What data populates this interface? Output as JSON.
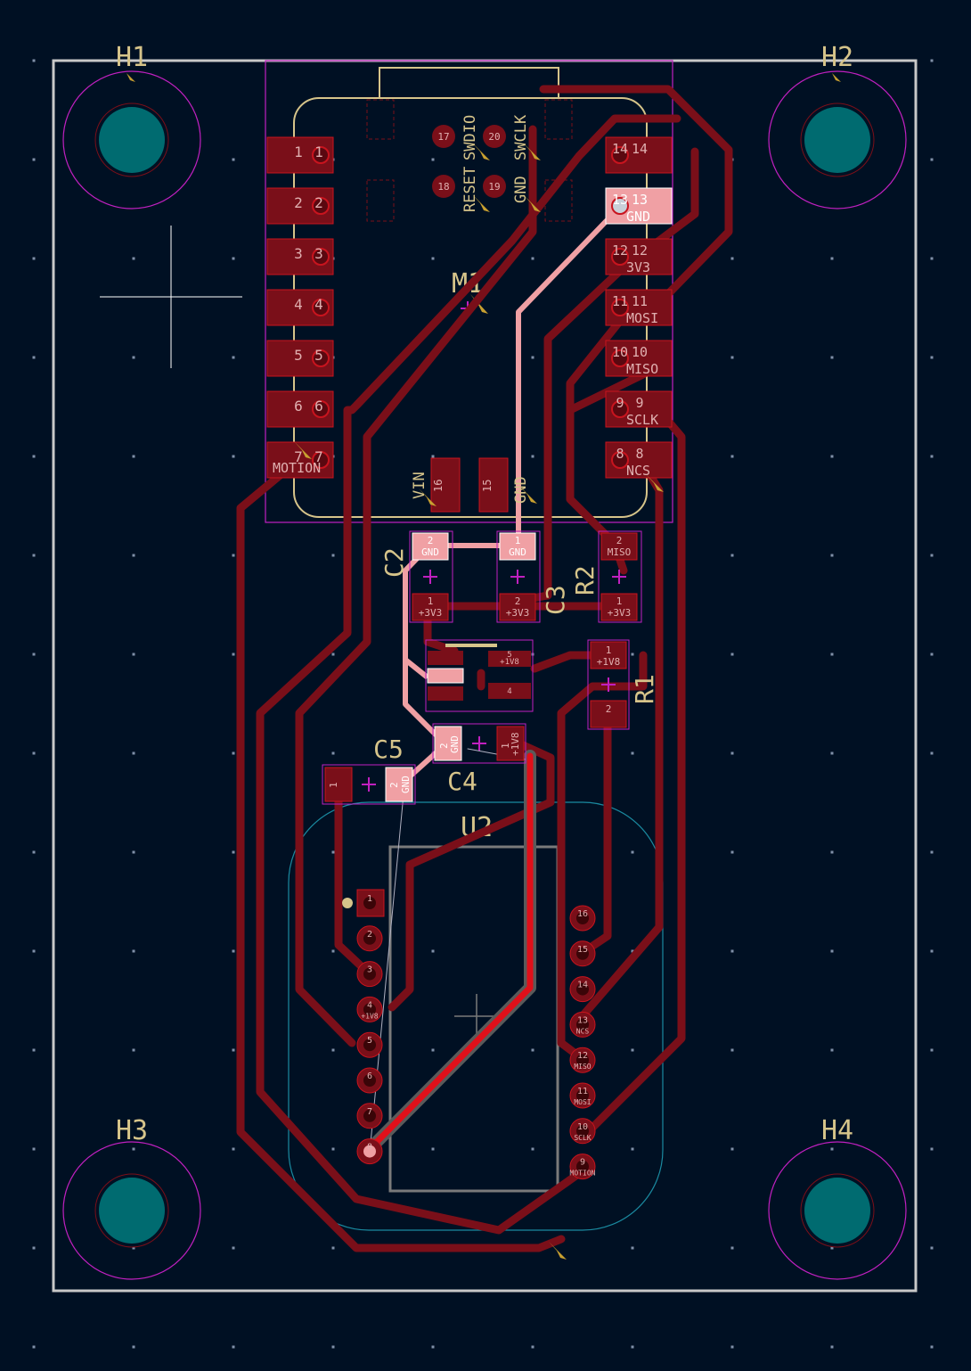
{
  "colors": {
    "background": "#001023",
    "board_edge": "#c8c8c8",
    "copper_back": "#7a0f19",
    "copper_front": "#c8141e",
    "pad_front": "#f0a0a4",
    "silkscreen": "#d6c48a",
    "courtyard": "#c020c0",
    "fab": "#7a7a7a",
    "hole": "#006b70"
  },
  "mounting_holes": [
    {
      "ref": "H1"
    },
    {
      "ref": "H2"
    },
    {
      "ref": "H3"
    },
    {
      "ref": "H4"
    }
  ],
  "module_m1": {
    "ref": "M1",
    "top_pads": [
      "17",
      "20",
      "18",
      "19"
    ],
    "top_labels": [
      "RESET",
      "SWDIO",
      "SWCLK",
      "GND"
    ],
    "left_pins": [
      "1",
      "2",
      "3",
      "4",
      "5",
      "6",
      "7"
    ],
    "left_label": "MOTION",
    "right_pins": [
      {
        "num": "14",
        "net": ""
      },
      {
        "num": "13",
        "net": "GND"
      },
      {
        "num": "12",
        "net": "3V3"
      },
      {
        "num": "11",
        "net": "MOSI"
      },
      {
        "num": "10",
        "net": "MISO"
      },
      {
        "num": "9",
        "net": "SCLK"
      },
      {
        "num": "8",
        "net": "NCS"
      }
    ],
    "bottom_pads": [
      {
        "num": "16",
        "label": "VIN"
      },
      {
        "num": "15",
        "label": "GND"
      }
    ]
  },
  "components": {
    "c2": {
      "ref": "C2",
      "pad1": "1",
      "net1": "+3V3",
      "pad2": "2",
      "net2": "GND"
    },
    "c3": {
      "ref": "C3",
      "pad1": "1",
      "net1": "GND",
      "pad2": "2",
      "net2": "+3V3"
    },
    "r2": {
      "ref": "R2",
      "pad1": "1",
      "net1": "+3V3",
      "pad2": "2",
      "net2": "MISO"
    },
    "r1": {
      "ref": "R1",
      "pad1": "1",
      "net1": "+1V8",
      "pad2": "2"
    },
    "c4": {
      "ref": "C4",
      "pad1": "1",
      "net1": "+1V8",
      "pad2": "2",
      "net2": "GND"
    },
    "c5": {
      "ref": "C5",
      "pad1": "1",
      "pad2": "2",
      "net2": "GND"
    },
    "regulator_pads": [
      "5",
      "4"
    ],
    "regulator_net": "+1V8"
  },
  "sensor_u2": {
    "ref": "U2",
    "left_pins": [
      "1",
      "2",
      "3",
      "4",
      "5",
      "6",
      "7",
      "8"
    ],
    "left_nets": [
      "",
      "",
      "",
      "+1V8",
      "",
      "",
      "",
      ""
    ],
    "right_pins": [
      "16",
      "15",
      "14",
      "13",
      "12",
      "11",
      "10",
      "9"
    ],
    "right_nets": [
      "",
      "",
      "",
      "NCS",
      "MISO",
      "MOSI",
      "SCLK",
      "MOTION"
    ]
  }
}
